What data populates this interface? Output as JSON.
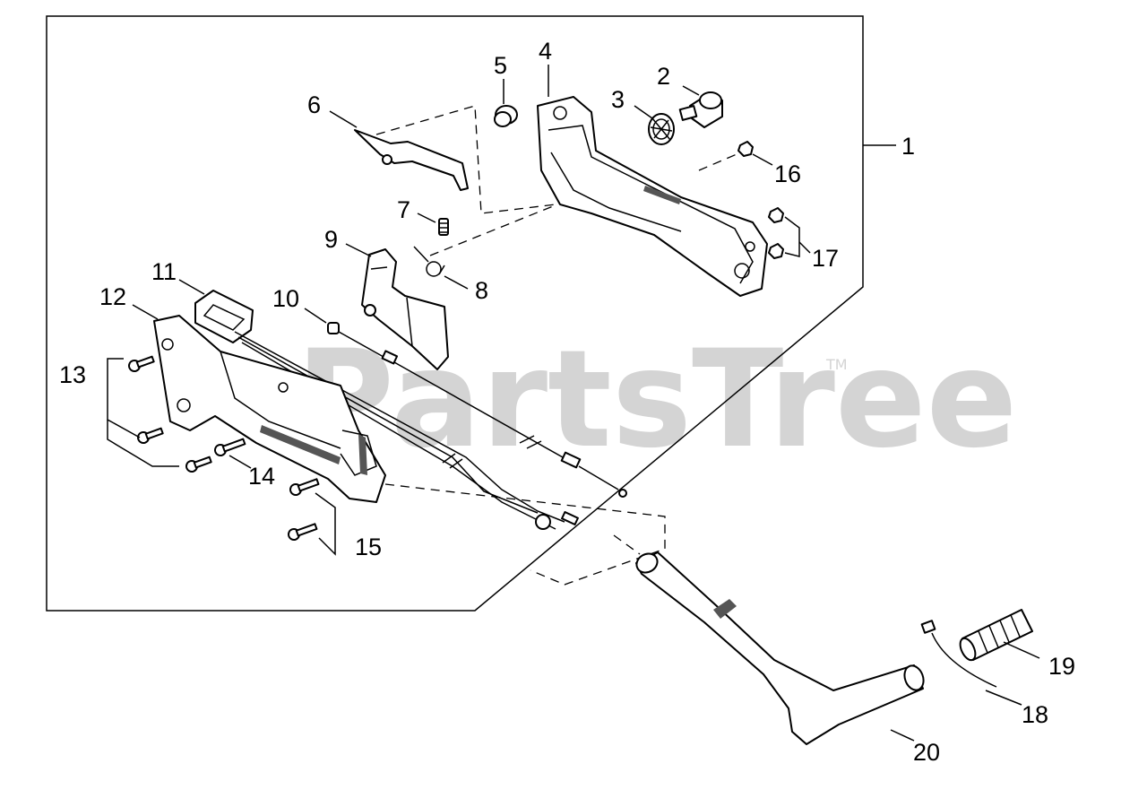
{
  "watermark": {
    "text": "PartsTree",
    "trademark": "TM"
  },
  "callouts": [
    {
      "id": "1",
      "label": "1"
    },
    {
      "id": "2",
      "label": "2"
    },
    {
      "id": "3",
      "label": "3"
    },
    {
      "id": "4",
      "label": "4"
    },
    {
      "id": "5",
      "label": "5"
    },
    {
      "id": "6",
      "label": "6"
    },
    {
      "id": "7",
      "label": "7"
    },
    {
      "id": "8",
      "label": "8"
    },
    {
      "id": "9",
      "label": "9"
    },
    {
      "id": "10",
      "label": "10"
    },
    {
      "id": "11",
      "label": "11"
    },
    {
      "id": "12",
      "label": "12"
    },
    {
      "id": "13",
      "label": "13"
    },
    {
      "id": "14",
      "label": "14"
    },
    {
      "id": "15",
      "label": "15"
    },
    {
      "id": "16",
      "label": "16"
    },
    {
      "id": "17",
      "label": "17"
    },
    {
      "id": "18",
      "label": "18"
    },
    {
      "id": "19",
      "label": "19"
    },
    {
      "id": "20",
      "label": "20"
    }
  ]
}
